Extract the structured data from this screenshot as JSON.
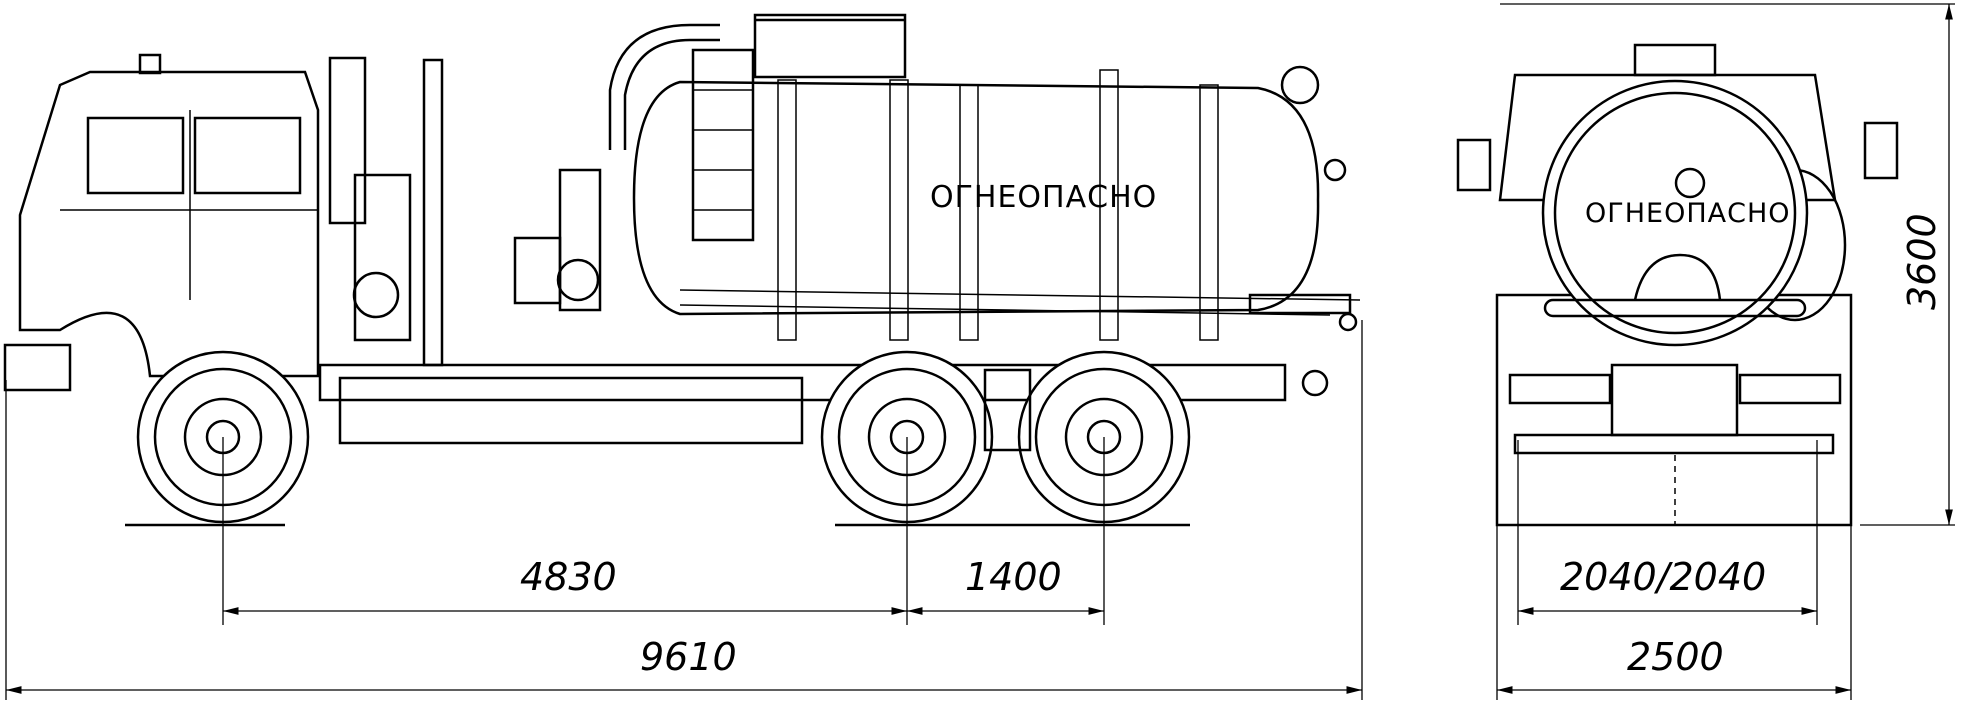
{
  "drawing": {
    "tank_label_side": "ОГНЕОПАСНО",
    "tank_label_rear": "ОГНЕОПАСНО"
  },
  "dimensions": {
    "wheelbase_front": "4830",
    "wheelbase_rear": "1400",
    "overall_length": "9610",
    "track": "2040/2040",
    "overall_width": "2500",
    "overall_height": "3600"
  }
}
